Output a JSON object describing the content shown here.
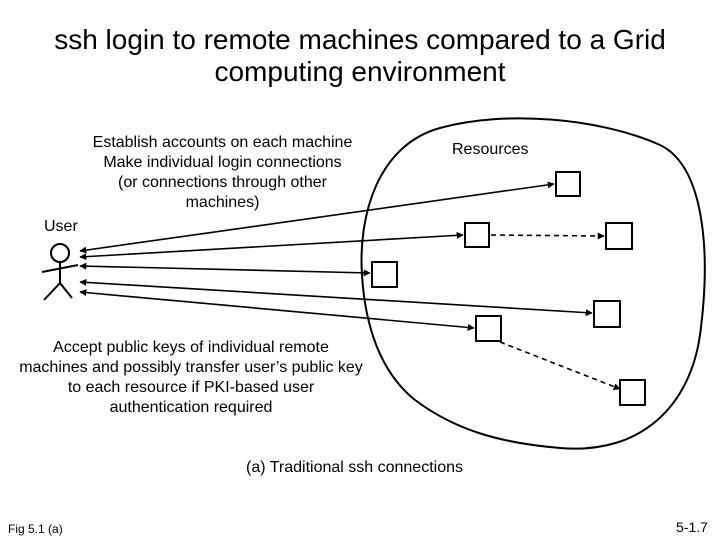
{
  "title": {
    "line1": "ssh login to remote machines compared to a Grid",
    "line2": "computing environment"
  },
  "diagram": {
    "top_note": {
      "line1": "Establish accounts on each machine",
      "line2": "Make individual login connections",
      "line3": "(or connections through other",
      "line4": "machines)"
    },
    "user_label": "User",
    "resources_label": "Resources",
    "bottom_note": {
      "line1": "Accept public keys of individual remote",
      "line2": "machines and possibly transfer user’s public key",
      "line3": "to each resource if PKI-based user",
      "line4": "authentication required"
    },
    "caption": "(a) Traditional ssh connections"
  },
  "footer": {
    "figure_ref": "Fig 5.1 (a)",
    "page_number": "5-1.7"
  }
}
